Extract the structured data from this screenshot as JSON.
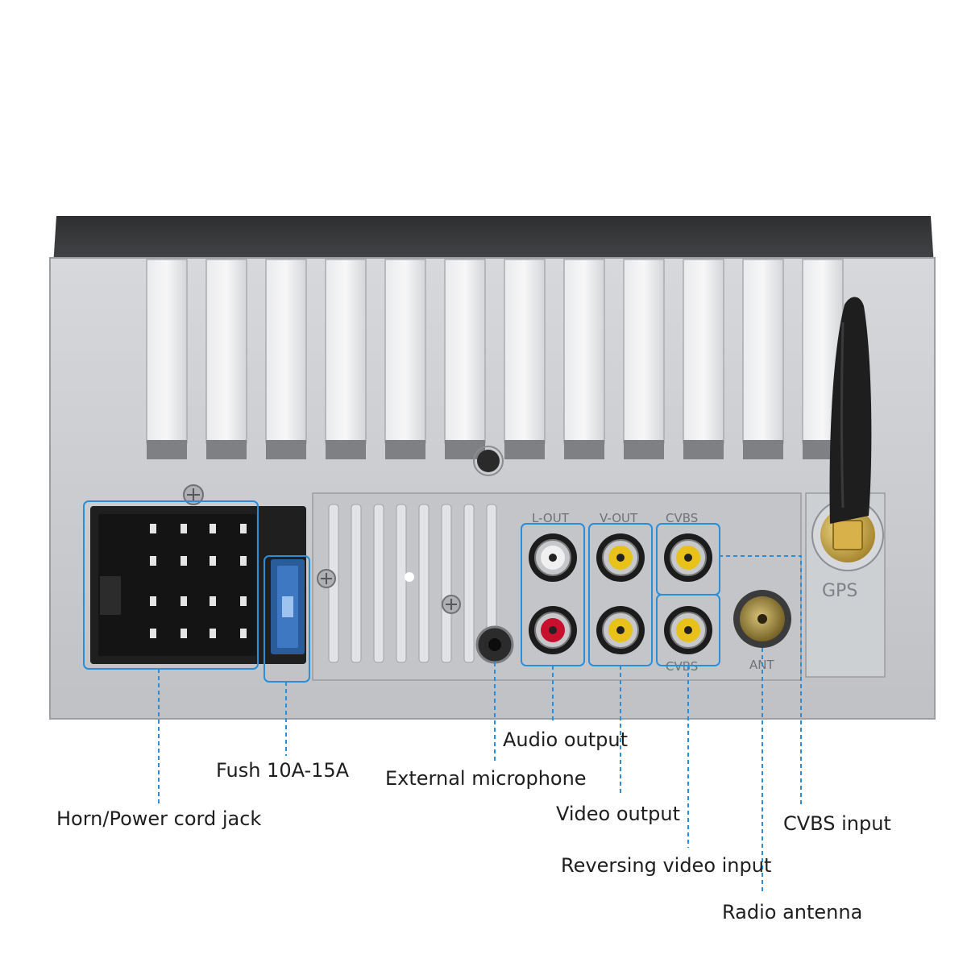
{
  "labels": {
    "audio_output": "Audio output",
    "fuse": "Fush 10A-15A",
    "external_microphone": "External microphone",
    "horn_power": "Horn/Power cord jack",
    "video_output": "Video output",
    "cvbs_input": "CVBS input",
    "reversing_video_input": "Reversing video input",
    "radio_antenna": "Radio antenna"
  },
  "panel_marks": {
    "gps": "GPS",
    "ant": "ANT",
    "l_out": "L-OUT",
    "v_out": "V-OUT",
    "cvbs": "CVBS"
  },
  "colors": {
    "callout": "#2a8fd8",
    "chassis": "#cbcdd0",
    "top_plate": "#3e3f41",
    "connector": "#1e1e1e",
    "rca_yellow": "#e8c21a",
    "rca_red": "#c8102e",
    "rca_white": "#f0f0f0",
    "gps_gold": "#c9a53f"
  }
}
